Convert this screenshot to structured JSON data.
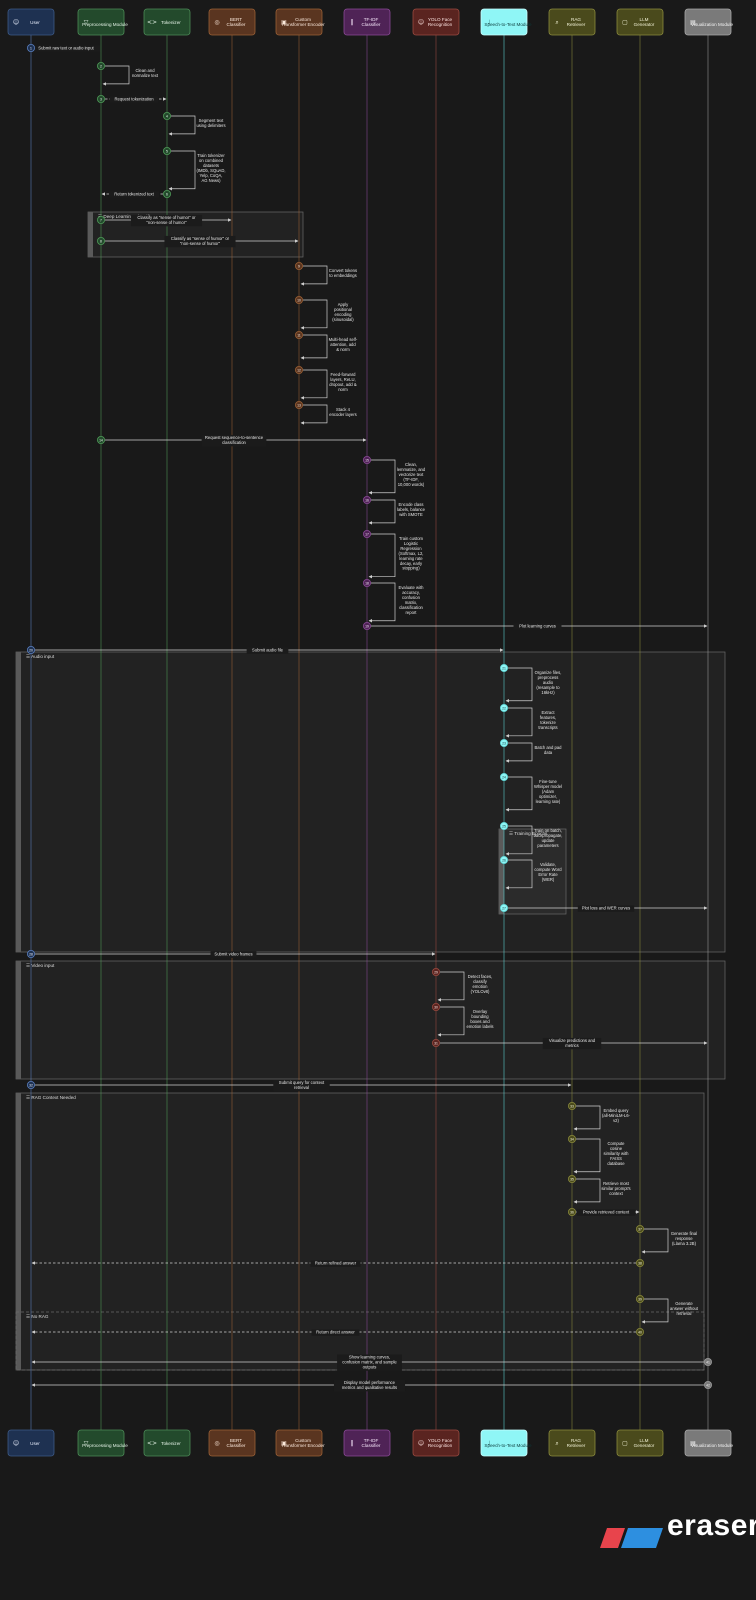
{
  "participants": [
    {
      "id": "user",
      "label": "User",
      "icon": "person-icon",
      "fill": "#1e3151",
      "stroke": "#3d5a86",
      "text": "#e8eefc",
      "line": "#5b7fbf"
    },
    {
      "id": "pre",
      "label": "Preprocessing Module",
      "icon": "filter-icon",
      "fill": "#234a2c",
      "stroke": "#4c8a56",
      "text": "#e6f4e8",
      "line": "#4f9a58"
    },
    {
      "id": "tok",
      "label": "Tokenizer",
      "icon": "code-icon",
      "fill": "#234a2c",
      "stroke": "#4c8a56",
      "text": "#e6f4e8",
      "line": "#4f9a58"
    },
    {
      "id": "bert",
      "label": "BERT Classifier",
      "icon": "globe-icon",
      "fill": "#5a3520",
      "stroke": "#9a6035",
      "text": "#fbe9dc",
      "line": "#9a6035"
    },
    {
      "id": "cte",
      "label": "Custom Transformer Encoder",
      "icon": "database-icon",
      "fill": "#5a3520",
      "stroke": "#9a6035",
      "text": "#fbe9dc",
      "line": "#9a6035"
    },
    {
      "id": "tfidf",
      "label": "TF-IDF Classifier",
      "icon": "bar-chart-icon",
      "fill": "#4f2356",
      "stroke": "#8a4a96",
      "text": "#f6e6fa",
      "line": "#8a4a96"
    },
    {
      "id": "yolo",
      "label": "YOLO Face Recognition",
      "icon": "face-icon",
      "fill": "#5a2420",
      "stroke": "#9a4a40",
      "text": "#fbe3e0",
      "line": "#9a4a40"
    },
    {
      "id": "stt",
      "label": "Speech-to-Text Module",
      "icon": "mic-icon",
      "fill": "#8ff6f6",
      "stroke": "#c8ffff",
      "text": "#0c3a3a",
      "line": "#5fd6d6"
    },
    {
      "id": "rag",
      "label": "RAG Retriever",
      "icon": "search-icon",
      "fill": "#4a4a1c",
      "stroke": "#8a8a3c",
      "text": "#f4f4d8",
      "line": "#8a8a3c"
    },
    {
      "id": "llm",
      "label": "LLM Generator",
      "icon": "chat-icon",
      "fill": "#4a4a1c",
      "stroke": "#8a8a3c",
      "text": "#f4f4d8",
      "line": "#8a8a3c"
    },
    {
      "id": "viz",
      "label": "Visualization Module",
      "icon": "image-icon",
      "fill": "#7a7a7a",
      "stroke": "#a8a8a8",
      "text": "#f4f4f4",
      "line": "#9a9a9a"
    }
  ],
  "groups": [
    {
      "id": "g1",
      "label": "Deep Learning Classifiers"
    },
    {
      "id": "g2",
      "label": "Audio input"
    },
    {
      "id": "g3",
      "label": "Training Epochs"
    },
    {
      "id": "g4",
      "label": "Video input"
    },
    {
      "id": "g5",
      "label": "RAG Context Needed"
    },
    {
      "id": "g6",
      "label": "No RAG"
    }
  ],
  "steps": [
    {
      "n": "1",
      "from": "user",
      "to": "pre",
      "lines": [
        "Submit raw text or audio input"
      ],
      "dashed": false
    },
    {
      "n": "2",
      "self": "pre",
      "lines": [
        "Clean and",
        "normalize text"
      ]
    },
    {
      "n": "3",
      "from": "pre",
      "to": "tok",
      "lines": [
        "Request tokenization"
      ],
      "dashed": true
    },
    {
      "n": "4",
      "self": "tok",
      "lines": [
        "Segment text",
        "using delimiters"
      ]
    },
    {
      "n": "5",
      "self": "tok",
      "lines": [
        "Train tokenizer",
        "on combined",
        "datasets",
        "(IMDb, SQuAD,",
        "Yelp, CoQA,",
        "AG News)"
      ]
    },
    {
      "n": "6",
      "from": "tok",
      "to": "pre",
      "lines": [
        "Return tokenized text"
      ],
      "dashed": true
    },
    {
      "n": "7",
      "from": "pre",
      "to": "bert",
      "lines": [
        "Classify as \"sense of humor\" or",
        "\"non-sense of humor\""
      ],
      "dashed": false
    },
    {
      "n": "8",
      "from": "pre",
      "to": "cte",
      "lines": [
        "Classify as \"sense of humor\" or",
        "\"non-sense of humor\""
      ],
      "dashed": false
    },
    {
      "n": "9",
      "self": "cte",
      "lines": [
        "Convert tokens",
        "to embeddings"
      ]
    },
    {
      "n": "10",
      "self": "cte",
      "lines": [
        "Apply",
        "positional",
        "encoding",
        "(sinusoidal)"
      ]
    },
    {
      "n": "11",
      "self": "cte",
      "lines": [
        "Multi-head self-",
        "attention, add",
        "& norm"
      ]
    },
    {
      "n": "12",
      "self": "cte",
      "lines": [
        "Feed-forward",
        "layers, ReLU,",
        "dropout, add &",
        "norm"
      ]
    },
    {
      "n": "13",
      "self": "cte",
      "lines": [
        "Stack 4",
        "encoder layers"
      ]
    },
    {
      "n": "14",
      "from": "pre",
      "to": "tfidf",
      "lines": [
        "Request sequence-to-sentence",
        "classification"
      ],
      "dashed": false
    },
    {
      "n": "15",
      "self": "tfidf",
      "lines": [
        "Clean,",
        "lemmatize, and",
        "vectorize text",
        "(TF-IDF,",
        "10,000 words)"
      ]
    },
    {
      "n": "16",
      "self": "tfidf",
      "lines": [
        "Encode class",
        "labels, balance",
        "with SMOTE"
      ]
    },
    {
      "n": "17",
      "self": "tfidf",
      "lines": [
        "Train custom",
        "Logistic",
        "Regression",
        "(Softmax, L2,",
        "learning rate",
        "decay, early",
        "stopping)"
      ]
    },
    {
      "n": "18",
      "self": "tfidf",
      "lines": [
        "Evaluate with",
        "accuracy,",
        "confusion",
        "matrix,",
        "classification",
        "report"
      ]
    },
    {
      "n": "19",
      "from": "tfidf",
      "to": "viz",
      "lines": [
        "Plot learning curves"
      ],
      "dashed": false
    },
    {
      "n": "20",
      "from": "user",
      "to": "stt",
      "lines": [
        "Submit audio file"
      ],
      "dashed": false
    },
    {
      "n": "21",
      "self": "stt",
      "lines": [
        "Organize files,",
        "preprocess",
        "audio",
        "(resample to",
        "16kHz)"
      ]
    },
    {
      "n": "22",
      "self": "stt",
      "lines": [
        "Extract",
        "features,",
        "tokenize",
        "transcripts"
      ]
    },
    {
      "n": "23",
      "self": "stt",
      "lines": [
        "Batch and pad",
        "data"
      ]
    },
    {
      "n": "24",
      "self": "stt",
      "lines": [
        "Fine-tune",
        "Whisper model",
        "(Adam",
        "optimizer,",
        "learning rate)"
      ]
    },
    {
      "n": "25",
      "self": "stt",
      "lines": [
        "Train on batch,",
        "backpropagate,",
        "update",
        "parameters"
      ]
    },
    {
      "n": "26",
      "self": "stt",
      "lines": [
        "Validate,",
        "compute Word",
        "Error Rate",
        "(WER)"
      ]
    },
    {
      "n": "27",
      "from": "stt",
      "to": "viz",
      "lines": [
        "Plot loss and WER curves"
      ],
      "dashed": false
    },
    {
      "n": "28",
      "from": "user",
      "to": "yolo",
      "lines": [
        "Submit video frames"
      ],
      "dashed": false
    },
    {
      "n": "29",
      "self": "yolo",
      "lines": [
        "Detect faces,",
        "classify",
        "emotion",
        "(YOLOv8)"
      ]
    },
    {
      "n": "30",
      "self": "yolo",
      "lines": [
        "Overlay",
        "bounding",
        "boxes and",
        "emotion labels"
      ]
    },
    {
      "n": "31",
      "from": "yolo",
      "to": "viz",
      "lines": [
        "Visualize predictions and",
        "metrics"
      ],
      "dashed": false
    },
    {
      "n": "32",
      "from": "user",
      "to": "rag",
      "lines": [
        "Submit query for context",
        "retrieval"
      ],
      "dashed": false
    },
    {
      "n": "33",
      "self": "rag",
      "lines": [
        "Embed query",
        "(all-MiniLM-L6-",
        "v2)"
      ]
    },
    {
      "n": "34",
      "self": "rag",
      "lines": [
        "Compute",
        "cosine",
        "similarity with",
        "FAISS",
        "database"
      ]
    },
    {
      "n": "35",
      "self": "rag",
      "lines": [
        "Retrieve most",
        "similar prompt's",
        "context"
      ]
    },
    {
      "n": "36",
      "from": "rag",
      "to": "llm",
      "lines": [
        "Provide retrieved context"
      ],
      "dashed": true
    },
    {
      "n": "37",
      "self": "llm",
      "lines": [
        "Generate final",
        "response",
        "(Llama 3.2B)"
      ]
    },
    {
      "n": "38",
      "from": "llm",
      "to": "user",
      "lines": [
        "Return refined answer"
      ],
      "dashed": true
    },
    {
      "n": "39",
      "self": "llm",
      "lines": [
        "Generate",
        "answer without",
        "retrieval"
      ]
    },
    {
      "n": "40",
      "from": "llm",
      "to": "user",
      "lines": [
        "Return direct answer"
      ],
      "dashed": true
    },
    {
      "n": "41",
      "from": "viz",
      "to": "user",
      "lines": [
        "Show learning curves,",
        "confusion matrix, and sample",
        "outputs"
      ],
      "dashed": false
    },
    {
      "n": "42",
      "from": "viz",
      "to": "user",
      "lines": [
        "Display model performance",
        "metrics and qualitative results"
      ],
      "dashed": false
    }
  ],
  "brand": {
    "logo_text": "eraser",
    "logo_colors": [
      "#e8444c",
      "#2d8fe0"
    ]
  }
}
